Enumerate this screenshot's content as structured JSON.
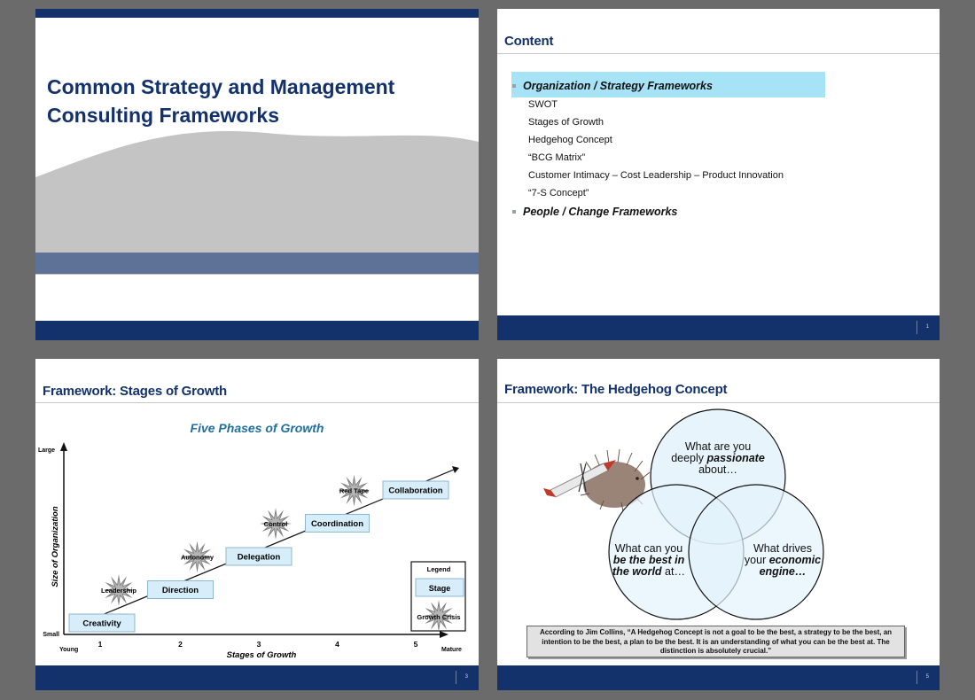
{
  "slide1": {
    "title": "Common Strategy and Management Consulting Frameworks"
  },
  "slide2": {
    "title": "Content",
    "items": [
      {
        "label": "Organization / Strategy Frameworks",
        "highlighted": true,
        "subitems": [
          "SWOT",
          "Stages of Growth",
          "Hedgehog Concept",
          "“BCG Matrix”",
          "Customer Intimacy – Cost Leadership – Product Innovation",
          "“7-S Concept”"
        ]
      },
      {
        "label": "People / Change Frameworks",
        "highlighted": false,
        "subitems": []
      }
    ],
    "page_number": "1"
  },
  "slide3": {
    "title": "Framework: Stages of Growth",
    "page_number": "3"
  },
  "slide4": {
    "title": "Framework: The Hedgehog Concept",
    "circle_top": {
      "line1": "What are you",
      "line2_pre": "deeply ",
      "line2_em": "passionate",
      "line3": "about…"
    },
    "circle_left": {
      "line1": "What can you",
      "line2_em": "be the best in",
      "line3_em": "the world",
      "line3_post": " at…"
    },
    "circle_right": {
      "line1": "What drives",
      "line2_pre": "your ",
      "line2_em": "economic",
      "line3_em": "engine…"
    },
    "quote": "According to Jim Collins, “A Hedgehog Concept is not a goal to be the best, a strategy to be the best, an intention to be the best, a plan to be the best.  It is an understanding of what you can be the best at.  The distinction is absolutely crucial.”",
    "page_number": "5"
  },
  "chart_data": {
    "type": "line",
    "title": "Five Phases of Growth",
    "xlabel": "Stages of Growth",
    "ylabel": "Size of Organization",
    "x_ticks": [
      "1",
      "2",
      "3",
      "4",
      "5"
    ],
    "x_end_labels": [
      "Young",
      "Mature"
    ],
    "y_end_labels": [
      "Small",
      "Large"
    ],
    "stages": [
      {
        "x": 1,
        "stage": "Creativity",
        "crisis": "Leadership"
      },
      {
        "x": 2,
        "stage": "Direction",
        "crisis": "Autonomy"
      },
      {
        "x": 3,
        "stage": "Delegation",
        "crisis": "Control"
      },
      {
        "x": 4,
        "stage": "Coordination",
        "crisis": "Red Tape"
      },
      {
        "x": 5,
        "stage": "Collaboration",
        "crisis": ""
      }
    ],
    "legend": {
      "title": "Legend",
      "stage_label": "Stage",
      "crisis_label": "Growth Crisis",
      "placement": "bottom-right"
    },
    "colors": {
      "stage_fill": "#d7eefa",
      "title": "#1f6f9e"
    }
  }
}
